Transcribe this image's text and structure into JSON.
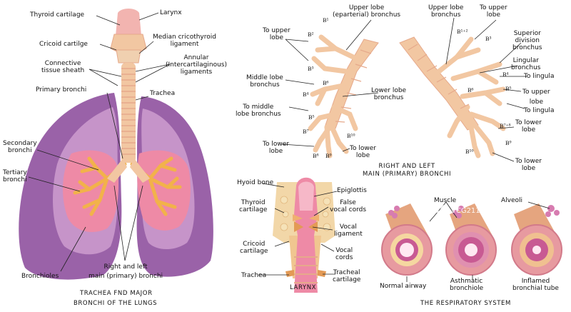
{
  "panels": {
    "trachea": {
      "caption_line1": "TRACHEA FND MAJOR",
      "caption_line2": "BRONCHI OF THE LUNGS",
      "labels": {
        "thyroid_cartilage": "Thyroid cartilage",
        "larynx": "Larynx",
        "cricoid_cartilage": "Cricoid cartilge",
        "median_cricothyroid": "Median cricothyroid\nligament",
        "connective_tissue": "Connective\ntissue sheath",
        "annular_ligaments": "Annular\n(Intercartilaginous)\nligaments",
        "primary_bronchi": "Primary bronchi",
        "trachea": "Trachea",
        "secondary_bronchi": "Secondary\nbronchi",
        "tertiary_bronchi": "Tertiary\nbronchi",
        "bronchioles": "Bronchioles",
        "right_left_main": "Right and left\nmain (primary) bronchi"
      }
    },
    "bronchi": {
      "caption": "RIGHT AND LEFT\nMAIN (PRIMARY) BRONCHI",
      "labels": {
        "to_upper_lobe_left": "To upper\nlobe",
        "upper_lobe_eparterial": "Upper lobe\n(eparterial) bronchus",
        "upper_lobe_bronchus": "Upper lobe\nbronchus",
        "to_upper_lobe_right": "To upper\nlobe",
        "superior_division": "Superior\ndivision\nbronchus",
        "lingular_bronchus": "Lingular\nbronchus",
        "to_lingula_1": "To lingula",
        "to_upper_lobe_2": "To upper\nlobe",
        "to_lingula_2": "To lingula",
        "middle_lobe": "Middle lobe\nbronchus",
        "lower_lobe": "Lower lobe\nbronchus",
        "to_middle_lobe": "To middle\nlobe bronchus",
        "to_lower_lobe_1": "To lower\nlobe",
        "to_lower_lobe_2": "To lower\nlobe",
        "to_lower_lobe_3": "To lower\nlobe",
        "to_lower_lobe_4": "To lower\nlobe"
      },
      "segments": {
        "b1": "B¹",
        "b2": "B²",
        "b3": "B³",
        "b6": "B⁶",
        "b4": "B⁴",
        "b5": "B⁵",
        "b7": "B⁷",
        "b8": "B⁸",
        "b9": "B⁹",
        "b10": "B¹⁰",
        "lb12": "B¹⁺²",
        "lb3": "B³",
        "lb4": "B⁴",
        "lb5": "B⁵",
        "lb6": "B⁶",
        "lb78": "B⁷⁺⁸",
        "lb9": "B⁹",
        "lb10": "B¹⁰"
      }
    },
    "larynx": {
      "caption": "LARYNX",
      "labels": {
        "hyoid_bone": "Hyoid bone",
        "epiglottis": "Epiglottis",
        "thyroid_cartilage": "Thyroid\ncartilage",
        "false_vocal_cords": "False\nvocal cords",
        "vocal_ligament": "Vocal\nligament",
        "cricoid_cartilage": "Cricoid\ncartilage",
        "vocal_cords": "Vocal\ncords",
        "trachea": "Trachea",
        "tracheal_cartilage": "Tracheal\ncartilage"
      }
    },
    "respiratory": {
      "caption": "THE RESPIRATORY SYSTEM",
      "labels": {
        "muscle": "Muscle",
        "alveoli": "Alveoli",
        "normal_airway": "Normal airway",
        "asthmatic": "Asthmatic\nbronchiole",
        "inflamed": "Inflamed\nbronchial tube"
      }
    }
  },
  "watermark": {
    "logo": "VCG",
    "text": "VCG21123205077"
  },
  "colors": {
    "lung_outer": "#9a62a8",
    "lung_inner": "#c694c9",
    "lung_pink": "#ee8aa6",
    "bronchi_yellow": "#f2b24a",
    "trachea": "#f2c7a2",
    "ring": "#e6a98b",
    "airway_outer": "#e79aa0",
    "airway_inner": "#c85a93"
  }
}
